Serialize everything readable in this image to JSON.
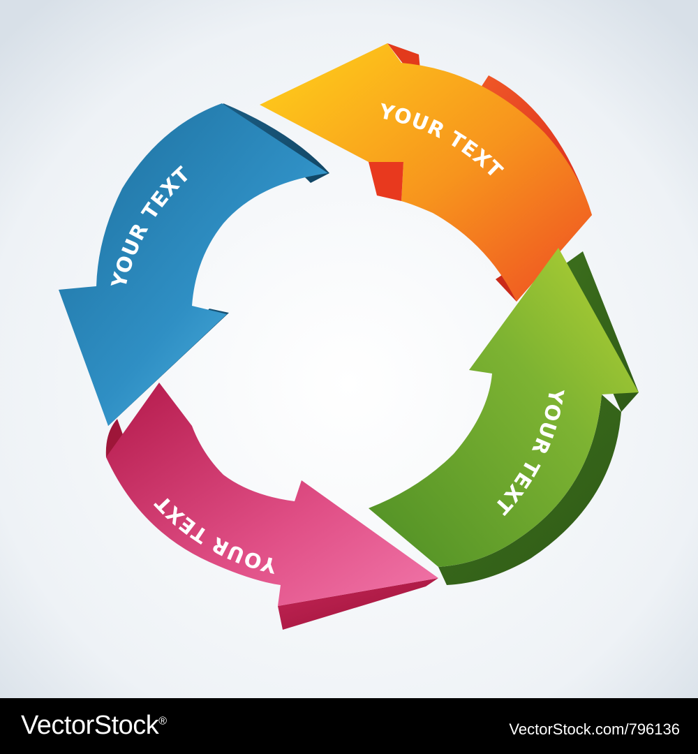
{
  "diagram": {
    "type": "cycle",
    "arrows": [
      {
        "id": "orange",
        "label": "YOUR TEXT",
        "color": "#f47b20"
      },
      {
        "id": "green",
        "label": "YOUR TEXT",
        "color": "#7bb32e"
      },
      {
        "id": "pink",
        "label": "YOUR TEXT",
        "color": "#d9306c"
      },
      {
        "id": "blue",
        "label": "YOUR TEXT",
        "color": "#2b8fc4"
      }
    ]
  },
  "footer": {
    "brand": "VectorStock",
    "brand_mark": "®",
    "image_id": "VectorStock.com/796136"
  }
}
